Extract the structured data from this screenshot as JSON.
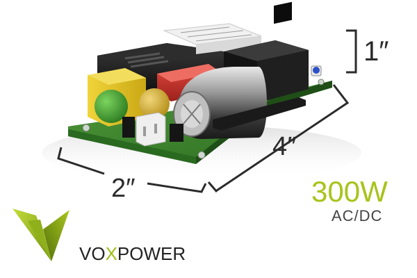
{
  "dimensions": {
    "height_label": "1″",
    "length_label": "4″",
    "width_label": "2″"
  },
  "product": {
    "power_rating": "300W",
    "power_type": "AC/DC"
  },
  "brand": {
    "name_part1": "VO",
    "name_part2": "X",
    "name_part3": "POWER"
  },
  "colors": {
    "brand_green": "#a6c41b",
    "pcb_green": "#3f8a2e",
    "capacitor_red": "#c8322c",
    "capacitor_yellow": "#e3c320",
    "inductor_green": "#4aa83a"
  }
}
